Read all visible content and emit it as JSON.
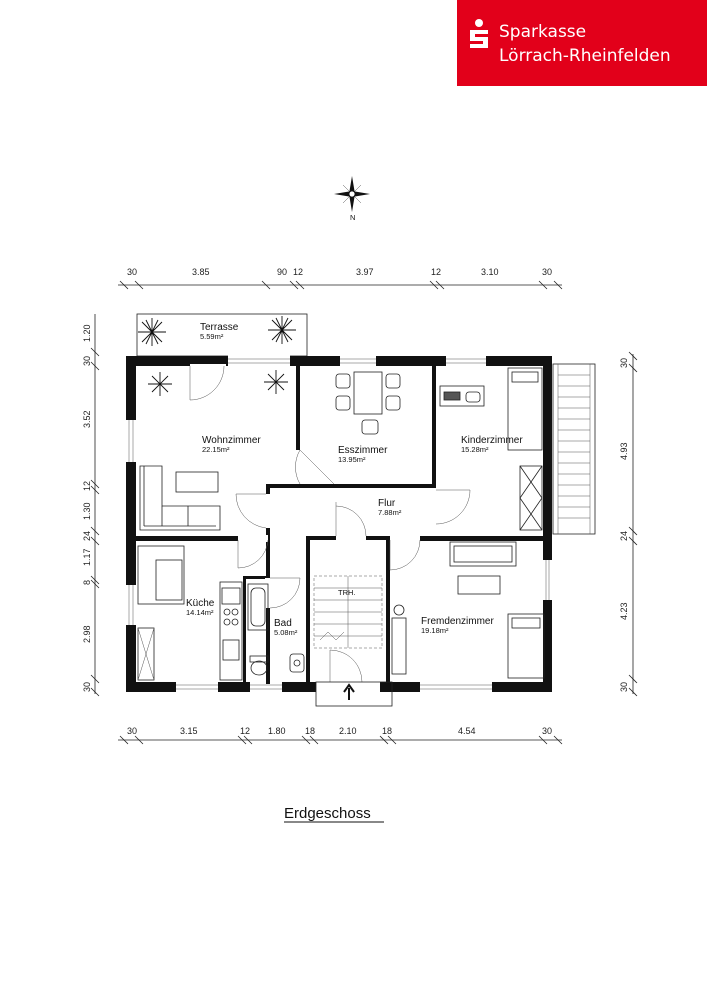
{
  "brand": {
    "name_line1": "Sparkasse",
    "name_line2": "Lörrach-Rheinfelden",
    "color": "#e2001a"
  },
  "compass": {
    "label": "N"
  },
  "floor_title": "Erdgeschoss",
  "rooms": {
    "terrasse": {
      "name": "Terrasse",
      "area": "5.59m²"
    },
    "wohnzimmer": {
      "name": "Wohnzimmer",
      "area": "22.15m²"
    },
    "esszimmer": {
      "name": "Esszimmer",
      "area": "13.95m²"
    },
    "kinderzimmer": {
      "name": "Kinderzimmer",
      "area": "15.28m²"
    },
    "flur": {
      "name": "Flur",
      "area": "7.88m²"
    },
    "kueche": {
      "name": "Küche",
      "area": "14.14m²"
    },
    "bad": {
      "name": "Bad",
      "area": "5.08m²"
    },
    "treppenhaus": {
      "name": "TRH."
    },
    "fremdenzimmer": {
      "name": "Fremdenzimmer",
      "area": "19.18m²"
    }
  },
  "dimensions": {
    "top": [
      "30",
      "3.85",
      "90",
      "12",
      "3.97",
      "12",
      "3.10",
      "30"
    ],
    "bottom": [
      "30",
      "3.15",
      "12",
      "1.80",
      "18",
      "2.10",
      "18",
      "4.54",
      "30"
    ],
    "left": [
      "1.20",
      "30",
      "3.52",
      "12",
      "1.30",
      "24",
      "1.17",
      "8",
      "2.98",
      "30"
    ],
    "right": [
      "30",
      "4.93",
      "24",
      "4.23",
      "30"
    ]
  }
}
